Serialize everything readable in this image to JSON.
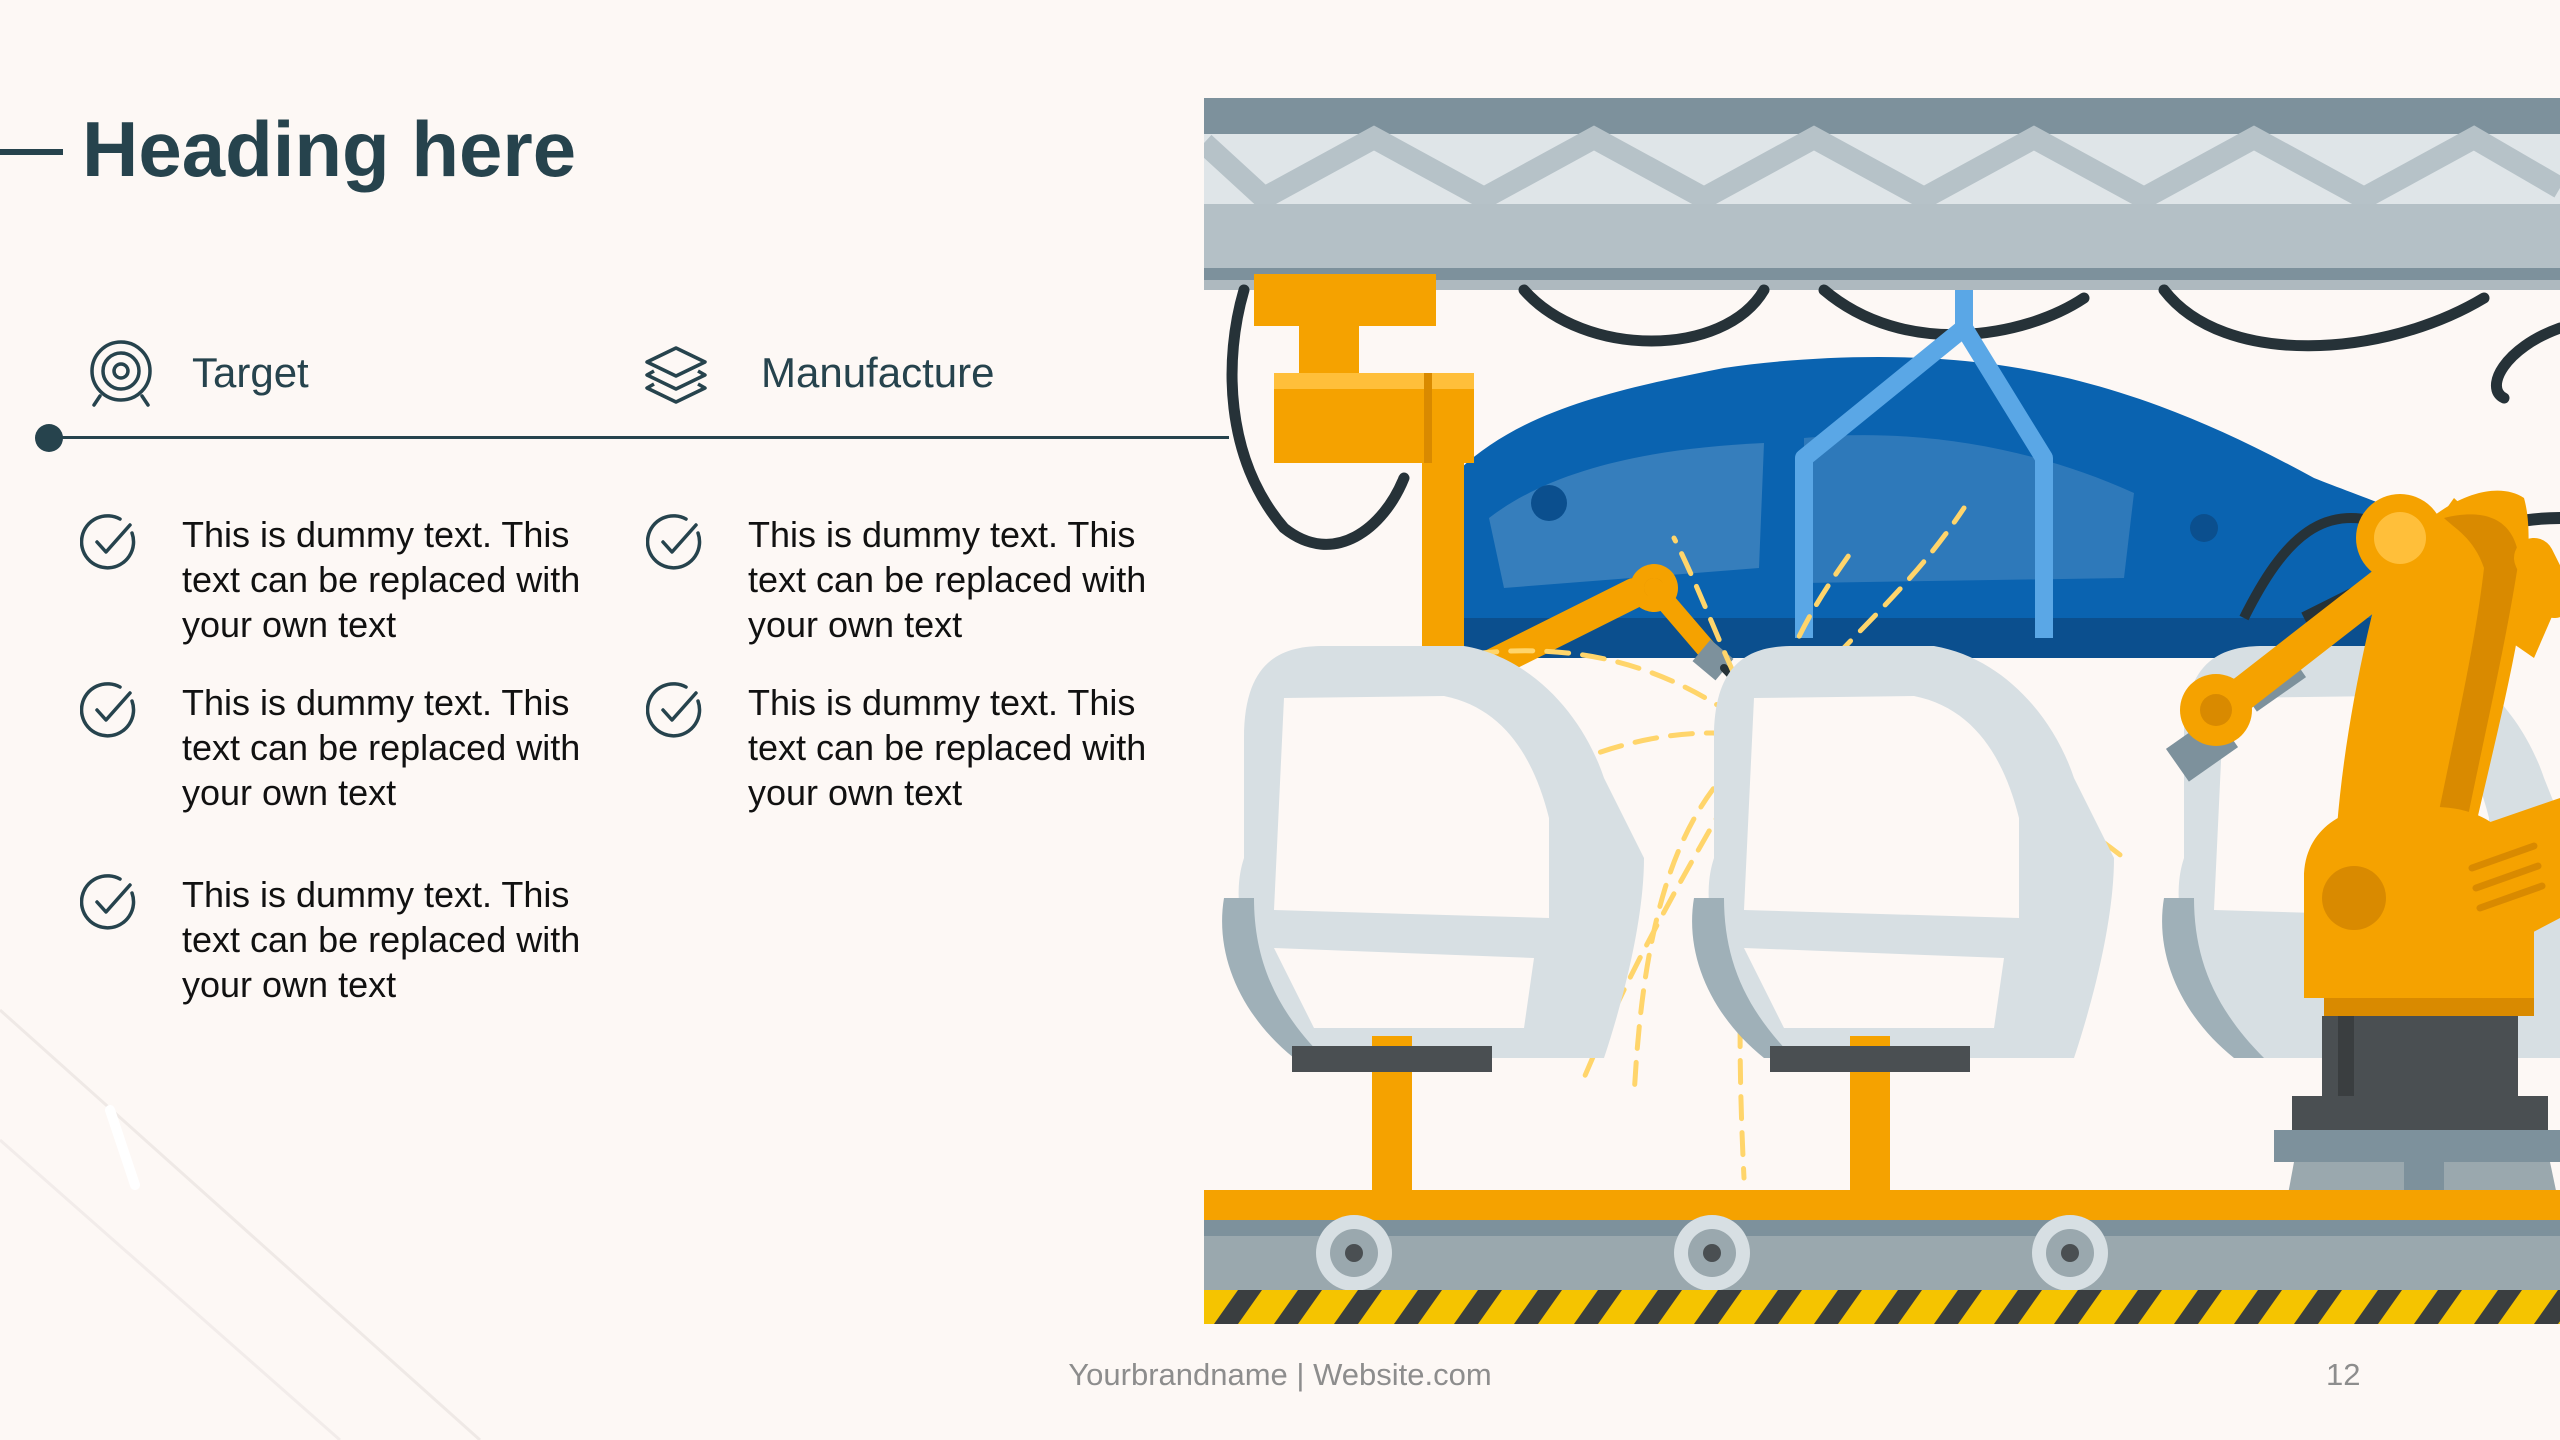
{
  "slide": {
    "heading": "Heading here",
    "columns": [
      {
        "label": "Target",
        "icon": "target-icon",
        "items": [
          "This is dummy text. This text can be replaced with your own text",
          "This is dummy text. This text can be replaced with your own text",
          "This is dummy text. This text can be replaced with your own text"
        ]
      },
      {
        "label": "Manufacture",
        "icon": "layers-icon",
        "items": [
          "This is dummy text. This text can be replaced with your own text",
          "This is dummy text. This text can be replaced with your own text"
        ]
      }
    ],
    "bullet_icon": "check-circle-icon",
    "illustration": "robotic-car-assembly-line-illustration"
  },
  "footer": {
    "text": "Yourbrandname | Website.com",
    "page_number": "12"
  },
  "colors": {
    "background": "#fdf8f5",
    "heading": "#26434d",
    "accent_yellow": "#f5a200",
    "accent_blue": "#0a63b0"
  }
}
